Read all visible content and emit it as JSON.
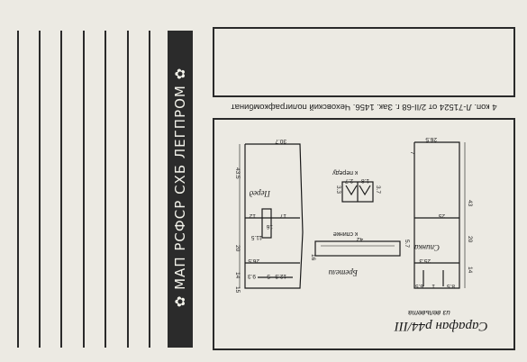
{
  "band": {
    "text": "МАП РСФСР   СХБ   ЛЕГПРОМ",
    "ornament": "flower-icon"
  },
  "imprint": "4 коп. Л-71524 от 2/II-68 г. Зак. 1456. Чеховский полиграфкомбинат",
  "title": "Сарафан р44/III",
  "subtitle": "из вельвета",
  "pattern": {
    "front_label": "Перед",
    "back_label": "Спинка",
    "straps_label": "Бретели",
    "to_front": "к переду",
    "to_back": "к спинке",
    "dims": {
      "front_top": "30.7",
      "front_side": "43.5",
      "front_a": "17",
      "front_b": "12",
      "front_c": "16",
      "front_d": "11.5",
      "front_e": "26.5",
      "front_f": "20",
      "front_g": "12.3",
      "front_h": "5",
      "front_i": "9.3",
      "front_j": "14",
      "front_k": "15",
      "back_top": "26.5",
      "back_a": "7",
      "back_b": "43",
      "back_c": "25",
      "back_d": "20",
      "back_e": "25.3",
      "back_f": "14",
      "back_g": "8.5",
      "back_h": "6.5",
      "back_i": "1",
      "strap_len": "42",
      "strap_w": "5.7",
      "strap_h": "16",
      "small_a": "2.7",
      "small_b": "3.3",
      "small_c": "3.7",
      "small_d": "1.8"
    }
  }
}
